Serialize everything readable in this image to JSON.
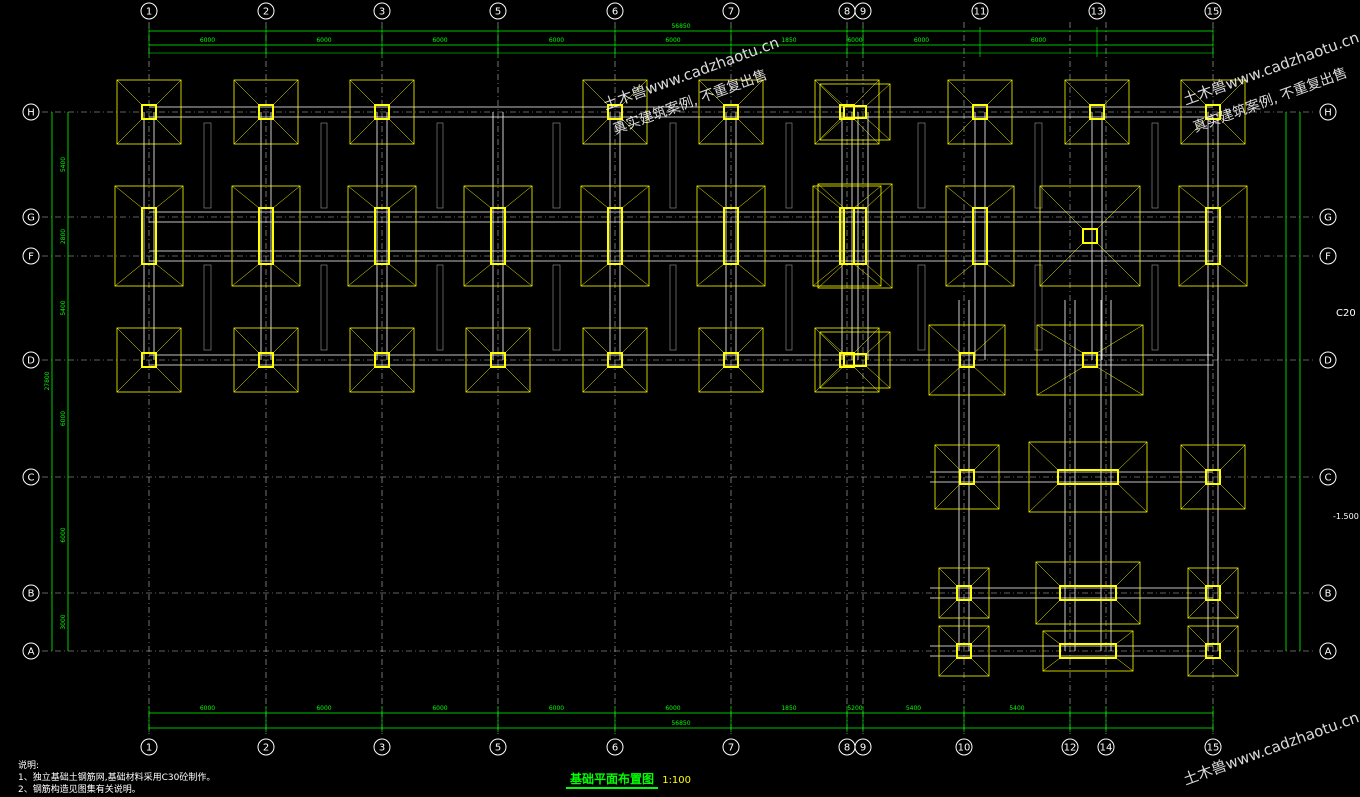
{
  "drawing": {
    "title": "基础平面布置图",
    "scale": "1:100",
    "top_total_dim": "56850",
    "bottom_total_dim": "56850",
    "top_spans": [
      "6000",
      "6000",
      "6000",
      "6000",
      "6000",
      "1850",
      "6000",
      "6000",
      "6000"
    ],
    "bottom_spans": [
      "6000",
      "6000",
      "6000",
      "6000",
      "6000",
      "1850",
      "5200",
      "5400",
      "5400"
    ],
    "left_dims": [
      "5400",
      "2800",
      "5400",
      "6000",
      "6000",
      "3000"
    ],
    "left_total": "27800",
    "right_label_1": "C20",
    "right_label_2": "-1.500"
  },
  "column_axes": [
    "1",
    "2",
    "3",
    "5",
    "6",
    "7",
    "8",
    "9",
    "11",
    "13",
    "15"
  ],
  "bottom_axes": [
    "1",
    "2",
    "3",
    "5",
    "6",
    "7",
    "8",
    "9",
    "10",
    "12",
    "14",
    "15"
  ],
  "row_axes": [
    "H",
    "G",
    "F",
    "D",
    "C",
    "B",
    "A"
  ],
  "notes": {
    "heading": "说明:",
    "items": [
      "1、独立基础土钢筋网,基础材料采用C30砼制作。",
      "2、钢筋构造见图集有关说明。"
    ]
  },
  "watermarks": [
    "土木兽www.cadzhaotu.cn",
    "真实建筑案例, 不重复出售"
  ],
  "colors": {
    "axis": "#ffffff",
    "dim": "#00ff00",
    "footing": "#ffff00",
    "beam": "#ffffff",
    "background": "#000000"
  }
}
